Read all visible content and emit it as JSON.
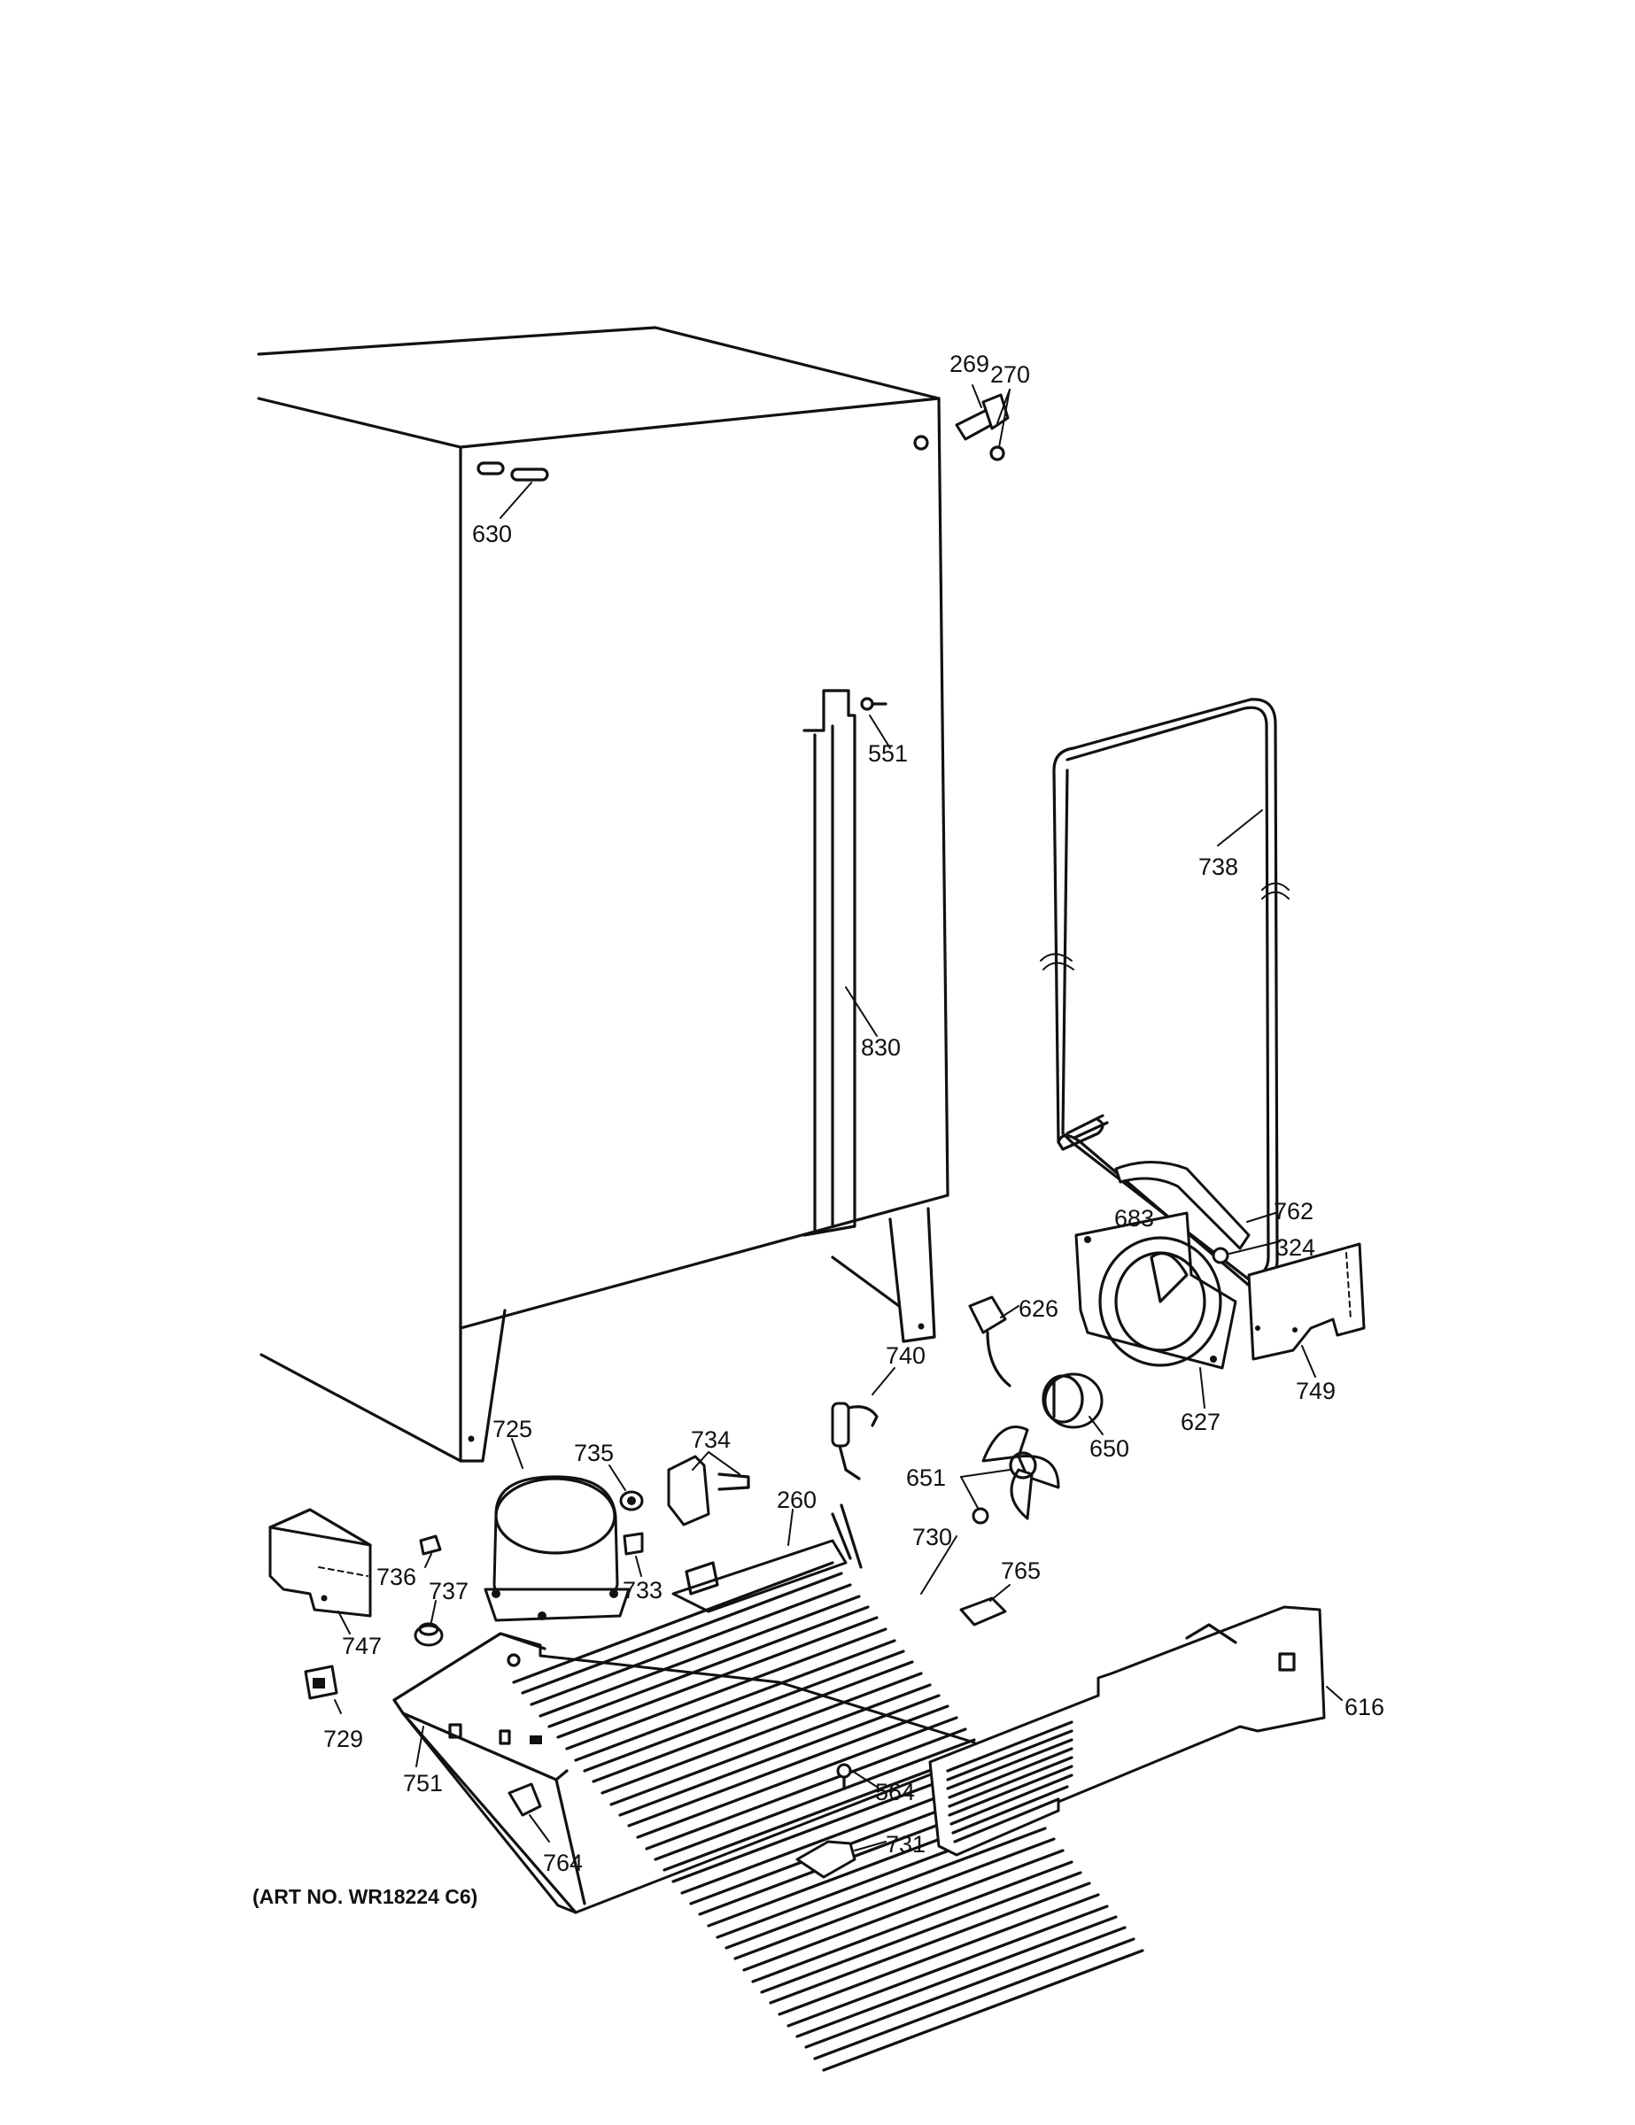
{
  "art_number": "(ART NO. WR18224 C6)",
  "parts": {
    "p269": "269",
    "p270": "270",
    "p630": "630",
    "p551": "551",
    "p738": "738",
    "p830": "830",
    "p762": "762",
    "p683": "683",
    "p324": "324",
    "p626": "626",
    "p749": "749",
    "p740": "740",
    "p627": "627",
    "p650": "650",
    "p651": "651",
    "p725": "725",
    "p735": "735",
    "p734": "734",
    "p260": "260",
    "p730": "730",
    "p765": "765",
    "p736": "736",
    "p737": "737",
    "p733": "733",
    "p747": "747",
    "p616": "616",
    "p729": "729",
    "p751": "751",
    "p564": "564",
    "p731": "731",
    "p764": "764"
  }
}
